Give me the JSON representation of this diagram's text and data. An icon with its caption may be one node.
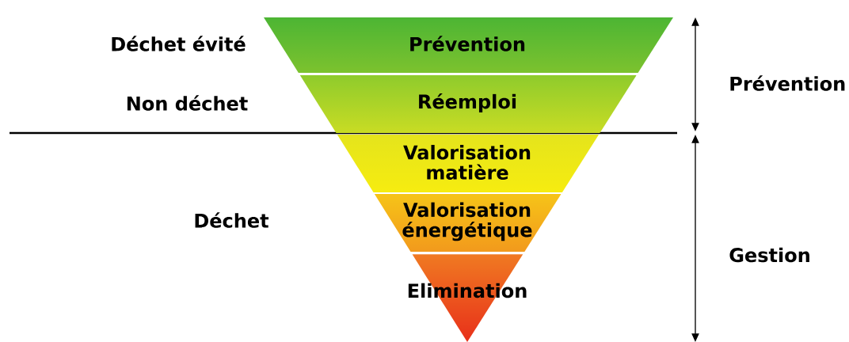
{
  "diagram": {
    "nodes": [
      {
        "text": [
          "Prévention"
        ]
      },
      {
        "text": [
          "Réemploi"
        ]
      },
      {
        "text": [
          "Valorisation matière"
        ]
      },
      {
        "text": [
          "Valorisation énergétique"
        ]
      },
      {
        "text": [
          "Elimination"
        ]
      }
    ],
    "labels": [
      "Déchet évité",
      "Prévention",
      "Non déchet",
      "Déchet",
      "Gestion"
    ]
  }
}
